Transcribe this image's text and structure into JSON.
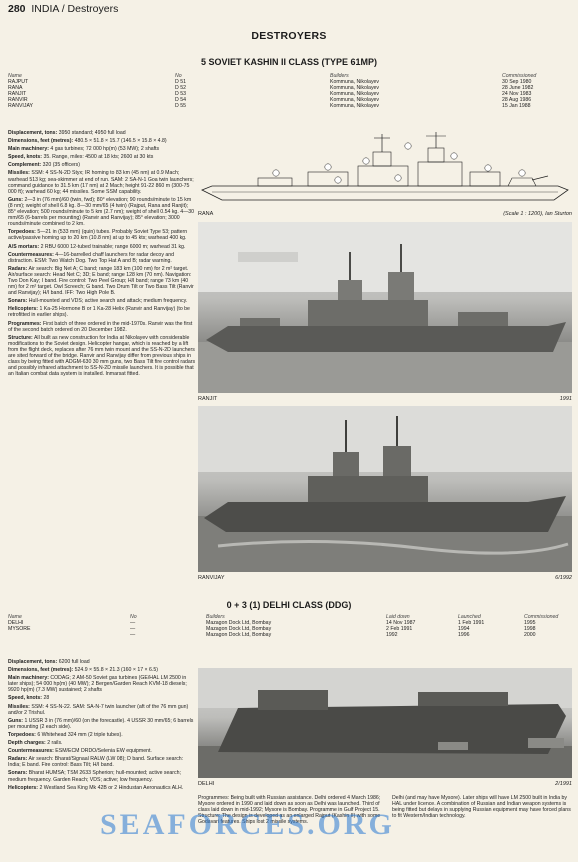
{
  "header": {
    "page": "280",
    "title": "INDIA / Destroyers"
  },
  "section_title": "DESTROYERS",
  "kashin": {
    "class_title": "5 SOVIET KASHIN II CLASS (TYPE 61MP)",
    "col_name": "Name",
    "col_no": "No",
    "col_builders": "Builders",
    "col_commissioned": "Commissioned",
    "ships": [
      {
        "name": "RAJPUT",
        "no": "D 51",
        "builder": "Kommuna, Nikolayev",
        "commissioned": "30 Sep 1980"
      },
      {
        "name": "RANA",
        "no": "D 52",
        "builder": "Kommuna, Nikolayev",
        "commissioned": "28 June 1982"
      },
      {
        "name": "RANJIT",
        "no": "D 53",
        "builder": "Kommuna, Nikolayev",
        "commissioned": "24 Nov 1983"
      },
      {
        "name": "RANVIR",
        "no": "D 54",
        "builder": "Kommuna, Nikolayev",
        "commissioned": "28 Aug 1986"
      },
      {
        "name": "RANVIJAY",
        "no": "D 55",
        "builder": "Kommuna, Nikolayev",
        "commissioned": "15 Jan 1988"
      }
    ],
    "drawing_caption": "RANA",
    "drawing_credit": "(Scale 1 : 1200), Ian Sturton",
    "photo1_caption": "RANJIT",
    "photo1_year": "1991",
    "photo2_caption": "RANVIJAY",
    "photo2_year": "6/1992",
    "specs": [
      {
        "k": "Displacement, tons:",
        "v": "3950 standard; 4950 full load"
      },
      {
        "k": "Dimensions, feet (metres):",
        "v": "480.5 × 51.8 × 15.7 (146.5 × 15.8 × 4.8)"
      },
      {
        "k": "Main machinery:",
        "v": "4 gas turbines; 72 000 hp(m) (53 MW); 2 shafts"
      },
      {
        "k": "Speed, knots:",
        "v": "35. Range, miles: 4500 at 18 kts; 2600 at 30 kts"
      },
      {
        "k": "Complement:",
        "v": "320 (35 officers)"
      },
      {
        "k": "Missiles:",
        "v": "SSM: 4 SS-N-2D Styx; IR homing to 83 km (45 nm) at 0.9 Mach; warhead 513 kg; sea-skimmer at end of run. SAM: 2 SA-N-1 Goa twin launchers; command guidance to 31.5 km (17 nm) at 2 Mach; height 91-22 860 m (300-75 000 ft); warhead 60 kg; 44 missiles. Some SSM capability."
      },
      {
        "k": "Guns:",
        "v": "2—3 in (76 mm)/60 (twin, fwd); 80° elevation; 90 rounds/minute to 15 km (8 nm); weight of shell 6.8 kg. 8—30 mm/65 (4 twin) (Rajput, Rana and Ranjit); 85° elevation; 500 rounds/minute to 5 km (2.7 nm); weight of shell 0.54 kg. 4—30 mm/65 (6-barrels per mounting) (Ranvir and Ranvijay); 85° elevation; 3000 rounds/minute combined to 2 km."
      },
      {
        "k": "Torpedoes:",
        "v": "5—21 in (533 mm) (quin) tubes. Probably Soviet Type 53; pattern active/passive homing up to 20 km (10.8 nm) at up to 45 kts; warhead 400 kg."
      },
      {
        "k": "A/S mortars:",
        "v": "2 RBU 6000 12-tubed trainable; range 6000 m; warhead 31 kg."
      },
      {
        "k": "Countermeasures:",
        "v": "4—16-barrelled chaff launchers for radar decoy and distraction. ESM: Two Watch Dog. Two Top Hat A and B; radar warning."
      },
      {
        "k": "Radars:",
        "v": "Air search: Big Net A; C band; range 183 km (100 nm) for 2 m² target. Air/surface search: Head Net C; 3D; E band; range 128 km (70 nm). Navigation: Two Don Kay; I band. Fire control: Two Peel Group; H/I band; range 73 km (40 nm) for 2 m² target. Owl Screech; G band. Two Drum Tilt or Two Bass Tilt (Ranvir and Ranvijay); H/I band. IFF: Two High Pole B."
      },
      {
        "k": "Sonars:",
        "v": "Hull-mounted and VDS; active search and attack; medium frequency."
      },
      {
        "k": "Helicopters:",
        "v": "1 Ka-25 Hormone B or 1 Ka-28 Helix (Ranvir and Ranvijay) (to be retrofitted in earlier ships)."
      },
      {
        "k": "Programmes:",
        "v": "First batch of three ordered in the mid-1970s. Ranvir was the first of the second batch ordered on 20 December 1982."
      },
      {
        "k": "Structure:",
        "v": "All built as new construction for India at Nikolayev with considerable modifications to the Soviet design. Helicopter hangar, which is reached by a lift from the flight deck, replaces after 76 mm twin mount and the SS-N-2D launchers are sited forward of the bridge. Ranvir and Ranvijay differ from previous ships in class by being fitted with ADGM-630 30 mm guns, two Bass Tilt fire control radars and possibly infrared attachment to SS-N-2D missile launchers. It is possible that an Italian combat data system is installed. Inmarsat fitted."
      }
    ]
  },
  "delhi": {
    "class_title": "0 + 3 (1) DELHI CLASS (DDG)",
    "col_name": "Name",
    "col_no": "No",
    "col_builders": "Builders",
    "col_laid": "Laid down",
    "col_launched": "Launched",
    "col_commissioned": "Commissioned",
    "ships": [
      {
        "name": "DELHI",
        "no": "—",
        "builder": "Mazagon Dock Ltd, Bombay",
        "laid": "14 Nov 1987",
        "launched": "1 Feb 1991",
        "commissioned": "1995"
      },
      {
        "name": "MYSORE",
        "no": "—",
        "builder": "Mazagon Dock Ltd, Bombay",
        "laid": "2 Feb 1991",
        "launched": "1994",
        "commissioned": "1998"
      },
      {
        "name": "",
        "no": "—",
        "builder": "Mazagon Dock Ltd, Bombay",
        "laid": "1992",
        "launched": "1996",
        "commissioned": "2000"
      }
    ],
    "photo_caption": "DELHI",
    "photo_year": "2/1991",
    "specs": [
      {
        "k": "Displacement, tons:",
        "v": "6200 full load"
      },
      {
        "k": "Dimensions, feet (metres):",
        "v": "524.9 × 55.8 × 21.3 (160 × 17 × 6.5)"
      },
      {
        "k": "Main machinery:",
        "v": "CODAG; 2 AM-50 Soviet gas turbines (GE/HAL LM 2500 in later ships); 54 000 hp(m) (40 MW); 2 Bergen/Garden Reach KVM-18 diesels; 9920 hp(m) (7.3 MW) sustained; 2 shafts"
      },
      {
        "k": "Speed, knots:",
        "v": "28"
      },
      {
        "k": "Missiles:",
        "v": "SSM: 4 SS-N-22. SAM: SA-N-7 twin launcher (aft of the 76 mm gun) and/or 2 Trishul."
      },
      {
        "k": "Guns:",
        "v": "1 USSR 3 in (76 mm)/60 (on the forecastle). 4 USSR 30 mm/65; 6 barrels per mounting (2 each side)."
      },
      {
        "k": "Torpedoes:",
        "v": "6 Whitehead 324 mm (2 triple tubes)."
      },
      {
        "k": "Depth charges:",
        "v": "2 rails."
      },
      {
        "k": "Countermeasures:",
        "v": "ESM/ECM DRDO/Selenia EW equipment."
      },
      {
        "k": "Radars:",
        "v": "Air search: Bharat/Signaal RALW (LW 08); D band. Surface search: India; E band. Fire control: Bass Tilt; H/I band."
      },
      {
        "k": "Sonars:",
        "v": "Bharat HUMSA; TSM 2633 Spherion; hull-mounted; active search; medium frequency. Garden Reach; VDS; active; low frequency."
      },
      {
        "k": "Helicopters:",
        "v": "2 Westland Sea King Mk 42B or 2 Hindustan Aeronautics ALH."
      }
    ],
    "programmes": "Programmes: Being built with Russian assistance. Delhi ordered 4 March 1986; Mysore ordered in 1990 and laid down as soon as Delhi was launched. Third of class laid down in mid-1992; Mysore is Bombay. Programme in Gulf Project 15.",
    "structure": "Structure: The design is developed as an enlarged Rajput (Kashin II) with some Godavari features. Ships lost 2 missile systems.",
    "right_text": "Delhi (and may have Mysore). Later ships will have LM 2500 built in India by HAL under licence. A combination of Russian and Indian weapon systems is being fitted but delays in supplying Russian equipment may have forced plans to fit Western/Indian technology."
  },
  "watermark": "SEAFORCES.ORG"
}
